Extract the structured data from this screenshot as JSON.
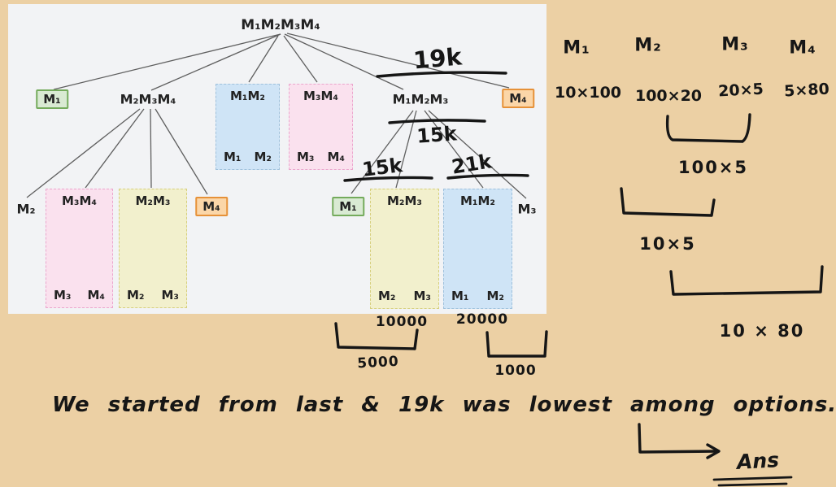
{
  "tree": {
    "root": "M₁M₂M₃M₄",
    "level1": [
      {
        "label": "M₁",
        "type": "green-box"
      },
      {
        "label": "M₂M₃M₄",
        "type": "plain"
      },
      {
        "label": "M₁M₂",
        "type": "blue-group",
        "children": [
          "M₁",
          "M₂"
        ]
      },
      {
        "label": "M₃M₄",
        "type": "pink-group",
        "children": [
          "M₃",
          "M₄"
        ]
      },
      {
        "label": "M₁M₂M₃",
        "type": "plain"
      },
      {
        "label": "M₄",
        "type": "orange-box"
      }
    ],
    "level2_left": [
      {
        "label": "M₂",
        "type": "plain"
      },
      {
        "label": "M₃M₄",
        "type": "pink-group",
        "children": [
          "M₃",
          "M₄"
        ]
      },
      {
        "label": "M₂M₃",
        "type": "yellow-group",
        "children": [
          "M₂",
          "M₃"
        ]
      },
      {
        "label": "M₄",
        "type": "orange-box"
      }
    ],
    "level2_right": [
      {
        "label": "M₁",
        "type": "green-box"
      },
      {
        "label": "M₂M₃",
        "type": "yellow-group",
        "children": [
          "M₂",
          "M₃"
        ]
      },
      {
        "label": "M₁M₂",
        "type": "blue-group",
        "children": [
          "M₁",
          "M₂"
        ]
      },
      {
        "label": "M₃",
        "type": "plain"
      }
    ]
  },
  "costs": {
    "root_choice": "19k",
    "mid_choice": "15k",
    "left_option": "15k",
    "right_option": "21k"
  },
  "values": {
    "v10000": "10000",
    "v20000": "20000",
    "v5000": "5000",
    "v1000": "1000"
  },
  "matrices": {
    "headers": [
      "M₁",
      "M₂",
      "M₃",
      "M₄"
    ],
    "dims": [
      "10×100",
      "100×20",
      "20×5",
      "5×80"
    ],
    "combo_m2m3": "100×5",
    "combo_m1m23": "10×5",
    "combo_final": "10 × 80"
  },
  "note": {
    "sentence": "We started from last & 19k was lowest among options.",
    "answer": "Ans"
  },
  "colors": {
    "background": "#ecd0a4",
    "panel": "#f2f3f5",
    "green_fill": "#d9ead3",
    "green_border": "#74ab5c",
    "orange_fill": "#fbd6a8",
    "orange_border": "#e69138",
    "blue_fill": "#cfe4f6",
    "blue_border": "#9fc1dc",
    "pink_fill": "#fae1ee",
    "pink_border": "#eba6cd",
    "yellow_fill": "#f2f0cd",
    "yellow_border": "#d6cf7e",
    "ink": "#161616"
  }
}
